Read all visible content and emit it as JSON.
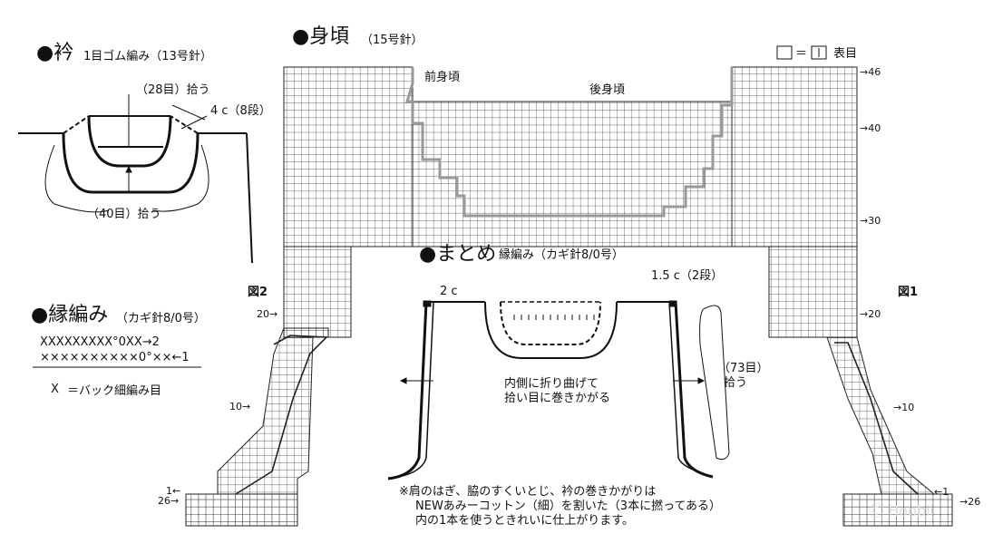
{
  "sections": {
    "collar": {
      "title": "●衿",
      "subtitle": "1目ゴム編み（13号針）",
      "pick_top": "（28目）拾う",
      "height": "4 c（8段）",
      "pick_bottom": "（40目）拾う"
    },
    "body": {
      "title": "●身頃",
      "subtitle": "（15号針）",
      "front_label": "前身頃",
      "back_label": "後身頃"
    },
    "legend": {
      "text": "＝",
      "symbol_label": "表目"
    },
    "edging": {
      "title": "●縁編み",
      "subtitle": "（カギ針8/0号）",
      "row2": "ⅩⅩⅩⅩⅩⅩⅩⅩⅩ°0ⅩⅩ→2",
      "row1": "××××××××××0°××←1",
      "symbol_note": "＝バック細編み目",
      "symbol_mark": "Ⅹ"
    },
    "finishing": {
      "title": "●まとめ",
      "subtitle": "縁編み（カギ針8/0号）",
      "left_width": "2 c",
      "right_width": "1.5 c（2段）",
      "fold_note_1": "内側に折り曲げて",
      "fold_note_2": "拾い目に巻きかがる",
      "pick_1": "（73目）",
      "pick_2": "拾う"
    }
  },
  "figures": {
    "fig2": "図2",
    "fig1": "図1"
  },
  "row_markers": {
    "r46": "→46",
    "r40": "→40",
    "r30": "→30",
    "r20_right": "→20",
    "r10_right": "→10",
    "r1_right": "←1",
    "r26_right": "→26",
    "r20_left": "20→",
    "r10_left": "10→",
    "r1_left": "1←",
    "r26_left": "26→"
  },
  "footnote": {
    "line1": "※肩のはぎ、脇のすくいとじ、衿の巻きかがりは",
    "line2": "NEWあみーコットン（細）を割いた（3本に撚ってある）",
    "line3": "内の1本を使うときれいに仕上がります。"
  },
  "watermark": "Ⓒ Hobbii"
}
